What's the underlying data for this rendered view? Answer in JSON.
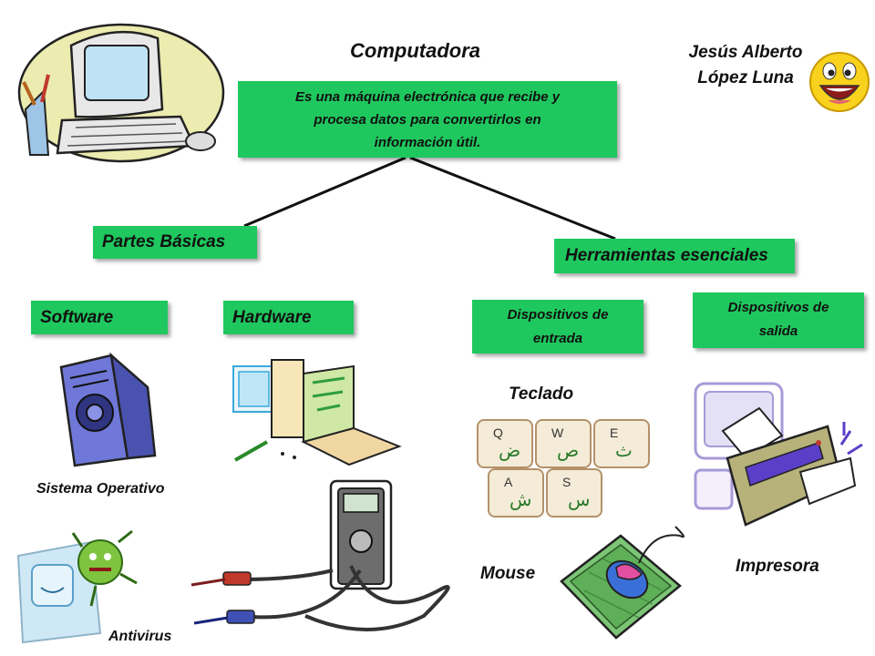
{
  "title": "Computadora",
  "author": {
    "line1": "Jesús Alberto",
    "line2": "López Luna"
  },
  "definition": {
    "line1": "Es una máquina electrónica que recibe y",
    "line2": "procesa datos para convertirlos en",
    "line3": "información útil."
  },
  "branches": {
    "left": "Partes Básicas",
    "right": "Herramientas esenciales"
  },
  "categories": {
    "software": "Software",
    "hardware": "Hardware",
    "input": {
      "line1": "Dispositivos de",
      "line2": "entrada"
    },
    "output": {
      "line1": "Dispositivos de",
      "line2": "salida"
    }
  },
  "items": {
    "os": "Sistema Operativo",
    "antivirus": "Antivirus",
    "keyboard": "Teclado",
    "mouse": "Mouse",
    "printer": "Impresora"
  },
  "keyboard_keys": [
    {
      "latin": "Q",
      "arabic": "ض"
    },
    {
      "latin": "W",
      "arabic": "ص"
    },
    {
      "latin": "E",
      "arabic": "ث"
    },
    {
      "latin": "A",
      "arabic": "ش"
    },
    {
      "latin": "S",
      "arabic": "س"
    }
  ],
  "colors": {
    "box": "#1fc85e",
    "line": "#111111"
  }
}
